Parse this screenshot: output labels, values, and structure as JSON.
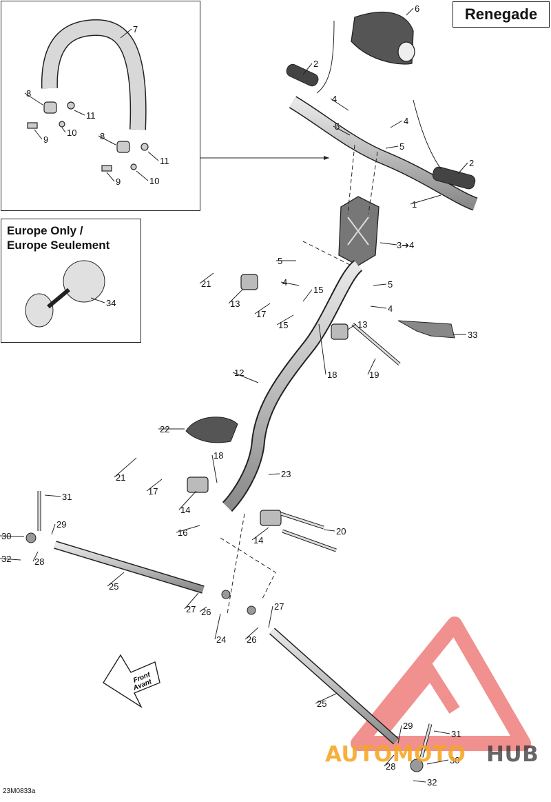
{
  "model_label": "Renegade",
  "europe_note": {
    "line1": "Europe Only /",
    "line2": "Europe Seulement"
  },
  "drawing_code": "23M0833a",
  "front_arrow": {
    "line1": "Front",
    "line2": "Avant"
  },
  "watermark": {
    "part1": "AUTOMOTO",
    "part2": "HUB"
  },
  "callouts": [
    {
      "id": "c7",
      "text": "7"
    },
    {
      "id": "c8a",
      "text": "8"
    },
    {
      "id": "c11a",
      "text": "11"
    },
    {
      "id": "c10a",
      "text": "10"
    },
    {
      "id": "c9a",
      "text": "9"
    },
    {
      "id": "c8b",
      "text": "8"
    },
    {
      "id": "c11b",
      "text": "11"
    },
    {
      "id": "c9b",
      "text": "9"
    },
    {
      "id": "c10b",
      "text": "10"
    },
    {
      "id": "c6",
      "text": "6"
    },
    {
      "id": "c2a",
      "text": "2"
    },
    {
      "id": "c4a",
      "text": "4"
    },
    {
      "id": "c5a",
      "text": "5"
    },
    {
      "id": "c4b",
      "text": "4"
    },
    {
      "id": "c5b",
      "text": "5"
    },
    {
      "id": "c2b",
      "text": "2"
    },
    {
      "id": "c1",
      "text": "1"
    },
    {
      "id": "c34",
      "text": "3➔4"
    },
    {
      "id": "c5c",
      "text": "5"
    },
    {
      "id": "c4c",
      "text": "4"
    },
    {
      "id": "c5d",
      "text": "5"
    },
    {
      "id": "c4d",
      "text": "4"
    },
    {
      "id": "c21a",
      "text": "21"
    },
    {
      "id": "c13a",
      "text": "13"
    },
    {
      "id": "c15a",
      "text": "15"
    },
    {
      "id": "c17a",
      "text": "17"
    },
    {
      "id": "c15b",
      "text": "15"
    },
    {
      "id": "c13b",
      "text": "13"
    },
    {
      "id": "c33",
      "text": "33"
    },
    {
      "id": "c18a",
      "text": "18"
    },
    {
      "id": "c19",
      "text": "19"
    },
    {
      "id": "c34e",
      "text": "34"
    },
    {
      "id": "c12",
      "text": "12"
    },
    {
      "id": "c22",
      "text": "22"
    },
    {
      "id": "c18b",
      "text": "18"
    },
    {
      "id": "c21b",
      "text": "21"
    },
    {
      "id": "c17b",
      "text": "17"
    },
    {
      "id": "c23",
      "text": "23"
    },
    {
      "id": "c14a",
      "text": "14"
    },
    {
      "id": "c14b",
      "text": "14"
    },
    {
      "id": "c20",
      "text": "20"
    },
    {
      "id": "c16",
      "text": "16"
    },
    {
      "id": "c31a",
      "text": "31"
    },
    {
      "id": "c29a",
      "text": "29"
    },
    {
      "id": "c30a",
      "text": "30"
    },
    {
      "id": "c28a",
      "text": "28"
    },
    {
      "id": "c32a",
      "text": "32"
    },
    {
      "id": "c25a",
      "text": "25"
    },
    {
      "id": "c27a",
      "text": "27"
    },
    {
      "id": "c26a",
      "text": "26"
    },
    {
      "id": "c27b",
      "text": "27"
    },
    {
      "id": "c24",
      "text": "24"
    },
    {
      "id": "c26b",
      "text": "26"
    },
    {
      "id": "c25b",
      "text": "25"
    },
    {
      "id": "c29b",
      "text": "29"
    },
    {
      "id": "c31b",
      "text": "31"
    },
    {
      "id": "c28b",
      "text": "28"
    },
    {
      "id": "c30b",
      "text": "30"
    },
    {
      "id": "c32b",
      "text": "32"
    }
  ]
}
